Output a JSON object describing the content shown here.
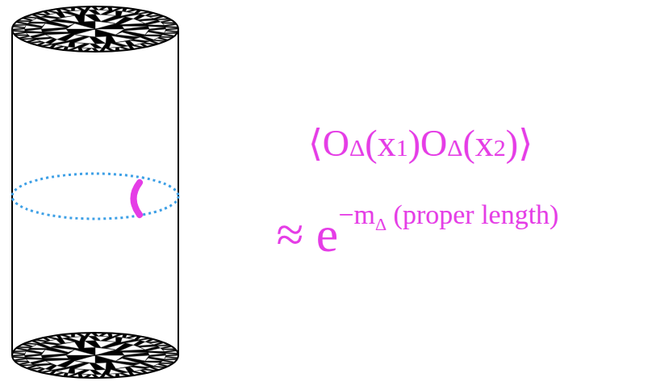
{
  "diagram": {
    "labels": [
      "⟨O",
      "Δ",
      "(x",
      "1",
      ")O",
      "Δ",
      "(x",
      "2",
      ")⟩",
      "≈ e",
      "−m",
      "Δ",
      " (proper length)"
    ]
  }
}
